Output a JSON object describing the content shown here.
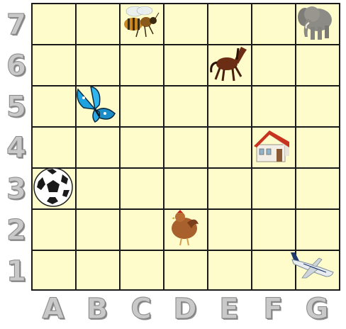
{
  "board": {
    "columns": [
      "A",
      "B",
      "C",
      "D",
      "E",
      "F",
      "G"
    ],
    "rows": [
      "7",
      "6",
      "5",
      "4",
      "3",
      "2",
      "1"
    ],
    "cell_color": "#fffccc",
    "line_color": "#1a1a1a",
    "label_color": "#c9c9c9"
  },
  "pieces": [
    {
      "icon": "bee-icon",
      "column": "C",
      "row": "7"
    },
    {
      "icon": "elephant-icon",
      "column": "G",
      "row": "7"
    },
    {
      "icon": "horse-icon",
      "column": "E",
      "row": "6"
    },
    {
      "icon": "butterfly-icon",
      "column": "B",
      "row": "5"
    },
    {
      "icon": "house-icon",
      "column": "F",
      "row": "4"
    },
    {
      "icon": "soccer-ball-icon",
      "column": "A",
      "row": "3"
    },
    {
      "icon": "chicken-icon",
      "column": "D",
      "row": "2"
    },
    {
      "icon": "airplane-icon",
      "column": "G",
      "row": "1"
    }
  ]
}
